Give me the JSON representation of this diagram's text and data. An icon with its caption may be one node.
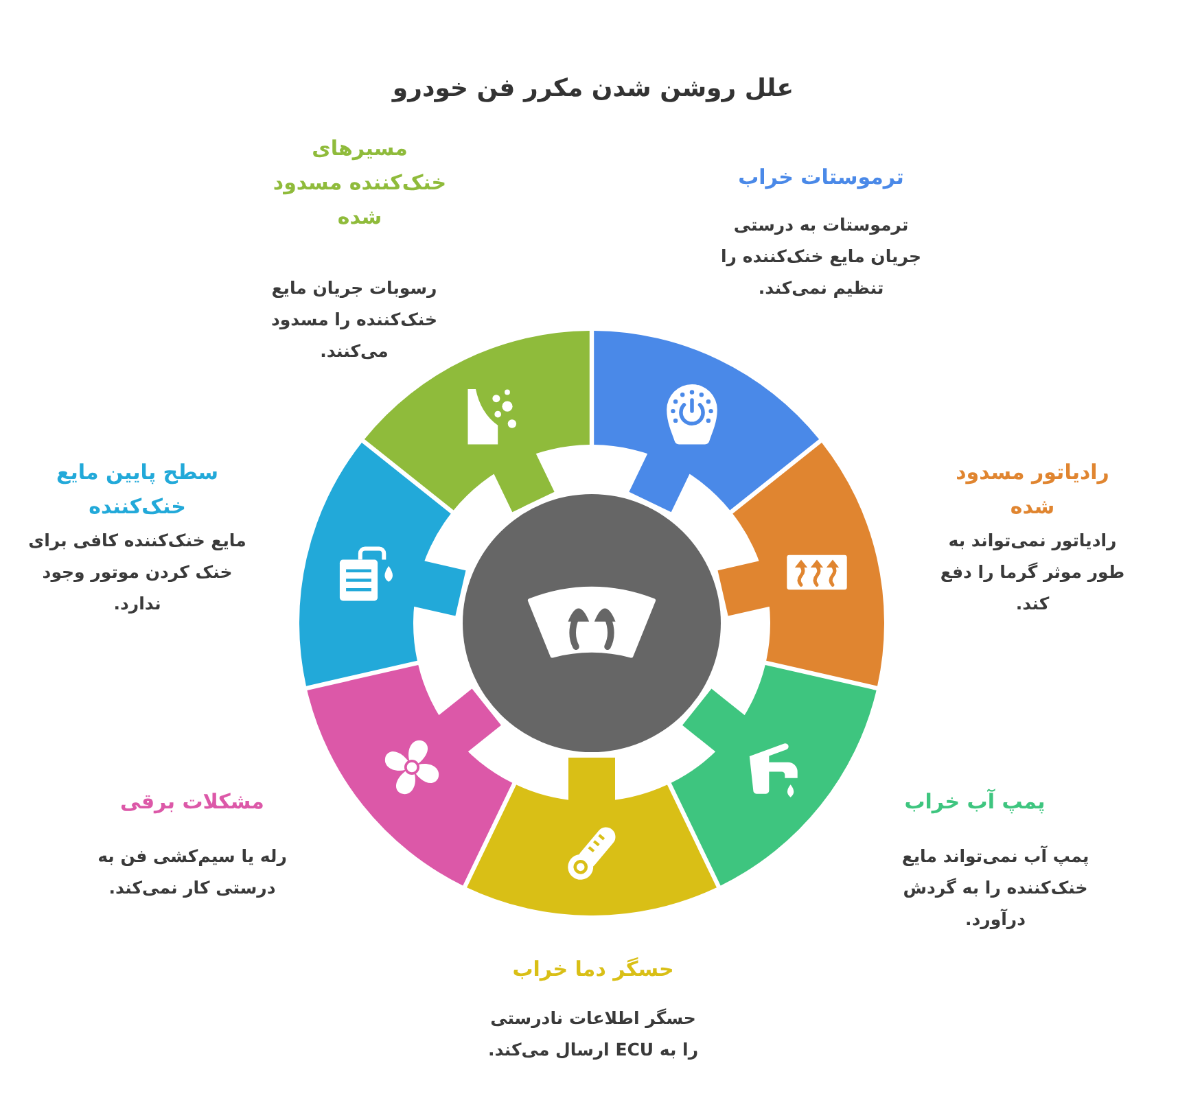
{
  "diagram": {
    "title": "علل روشن شدن مکرر فن خودرو",
    "nodes": [
      {
        "text": [],
        "shape": "circle"
      },
      {
        "text": [],
        "shape": "segment",
        "beside": [
          "ترموستات خراب",
          "ترموستات به درستی جریان مایع خنک‌کننده را تنظیم نمی‌کند."
        ]
      },
      {
        "text": [],
        "shape": "segment",
        "beside": [
          "رادیاتور مسدود شده",
          "رادیاتور نمی‌تواند به طور موثر گرما را دفع کند."
        ]
      },
      {
        "text": [],
        "shape": "segment",
        "beside": [
          "پمپ آب خراب",
          "پمپ آب نمی‌تواند مایع خنک‌کننده را به گردش درآورد."
        ]
      },
      {
        "text": [],
        "shape": "segment",
        "beside": [
          "حسگر دما خراب",
          "حسگر اطلاعات نادرستی را به ECU ارسال می‌کند."
        ]
      },
      {
        "text": [],
        "shape": "segment",
        "beside": [
          "مشکلات برقی",
          "رله یا سیم‌کشی فن به درستی کار نمی‌کند."
        ]
      },
      {
        "text": [],
        "shape": "segment",
        "beside": [
          "سطح پایین مایع خنک‌کننده",
          "مایع خنک‌کننده کافی برای خنک کردن موتور وجود ندارد."
        ]
      },
      {
        "text": [],
        "shape": "segment",
        "beside": [
          "مسیرهای خنک‌کننده مسدود شده",
          "رسوبات جریان مایع خنک‌کننده را مسدود می‌کنند."
        ]
      }
    ]
  }
}
